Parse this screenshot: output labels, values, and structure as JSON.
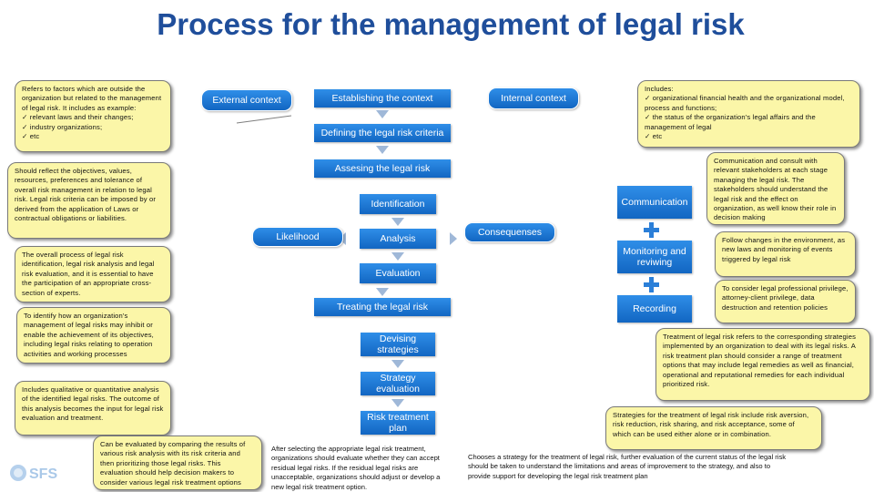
{
  "title": "Process for the management of legal risk",
  "boxes": {
    "external_context": "External context",
    "establishing_context": "Establishing the context",
    "internal_context": "Internal context",
    "defining_criteria": "Defining the legal risk criteria",
    "assessing": "Assesing the legal risk",
    "identification": "Identification",
    "likelihood": "Likelihood",
    "analysis": "Analysis",
    "consequences": "Consequenses",
    "evaluation": "Evaluation",
    "treating": "Treating the legal risk",
    "devising": "Devising strategies",
    "strategy_evaluation": "Strategy evaluation",
    "risk_treatment_plan": "Risk treatment plan",
    "communication": "Communication",
    "monitoring": "Monitoring and reviwing",
    "recording": "Recording"
  },
  "notes": {
    "external": {
      "text": "Refers to factors which are outside the organization but related to the management of legal risk. It includes as example:",
      "items": [
        "relevant laws and their changes;",
        "industry organizations;",
        "etc"
      ]
    },
    "internal": {
      "text": "Includes:",
      "items": [
        "organizational financial health and the organizational model, process and functions;",
        "the status of the organization's legal affairs and the management of legal",
        "etc"
      ]
    },
    "criteria": "Should reflect the objectives, values, resources, preferences and tolerance of overall risk management in relation to legal risk. Legal risk criteria can be imposed by or derived from the application of Laws or contractual obligations or liabilities.",
    "assessment": "The overall process of legal risk identification, legal risk analysis and legal risk evaluation, and it is essential to have the participation of an appropriate cross-section of experts.",
    "identification": "To identify how an organization's management of legal risks may inhibit or enable the achievement of its objectives, including legal risks relating to operation activities and working processes",
    "analysis": "Includes qualitative or quantitative analysis of the identified legal risks. The outcome of this analysis becomes the input for legal risk evaluation and treatment.",
    "evaluation": "Can be evaluated by comparing the results of various risk analysis with its risk criteria and then prioritizing those legal risks. This evaluation should help decision makers to consider various legal risk treatment options",
    "communication": "Communication and consult with relevant stakeholders at each stage managing the legal risk. The stakeholders should understand the legal risk and the effect on organization, as well know their role in decision making",
    "monitoring": "Follow changes in the environment, as new laws and monitoring of events triggered by legal risk",
    "recording": "To consider legal professional privilege, attorney-client privilege, data destruction and retention policies",
    "treatment": "Treatment of legal risk refers to the corresponding strategies implemented by an organization to deal with its legal risks. A risk treatment plan should consider a range of treatment options that may include legal remedies as well as financial, operational and reputational remedies for each individual prioritized risk.",
    "strategies": "Strategies for the treatment of legal risk include risk aversion, risk reduction, risk sharing, and risk acceptance, some of which can be used either alone or in combination."
  },
  "footer": {
    "strategy_eval": "After selecting the appropriate legal risk treatment, organizations should evaluate whether they can accept residual legal risks. If the residual legal risks are unacceptable, organizations should adjust or develop a new legal risk treatment option.",
    "plan": "Chooses a strategy for the treatment of legal risk, further evaluation of the current status of the legal risk should be taken to understand the limitations and areas of improvement to the strategy, and also to provide support for developing the legal risk treatment plan"
  },
  "logo_text": "SFS",
  "colors": {
    "title": "#1f4e9b",
    "box": "#1e78d6",
    "note": "#fbf6a8"
  }
}
